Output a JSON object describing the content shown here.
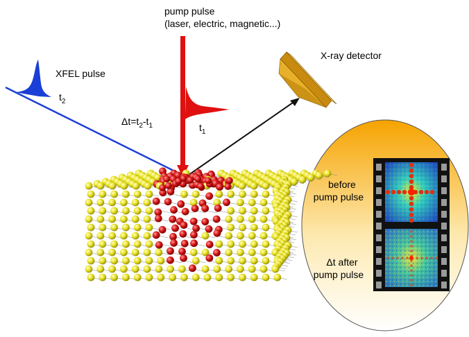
{
  "labels": {
    "pump_title": "pump pulse",
    "pump_subtitle": "(laser, electric, magnetic...)",
    "detector": "X-ray detector",
    "xfel": "XFEL pulse",
    "t2": {
      "base": "t",
      "sub": "2"
    },
    "t1": {
      "base": "t",
      "sub": "1"
    },
    "delta": {
      "lhs": "Δt=t",
      "sub_a": "2",
      "mid": "-t",
      "sub_b": "1"
    }
  },
  "film": {
    "frame1_line1": "before",
    "frame1_line2": "pump pulse",
    "frame2_line1": "Δt after",
    "frame2_line2": "pump pulse"
  },
  "colors": {
    "pump_arrow": "#e01010",
    "xfel_beam": "#1a3fd6",
    "scatter_arrow": "#111111",
    "atom_yellow": "#e8e020",
    "atom_red": "#d81818",
    "detector": "#e6b422",
    "ellipse_top": "#f7a800",
    "ellipse_bottom": "#ffffff"
  }
}
